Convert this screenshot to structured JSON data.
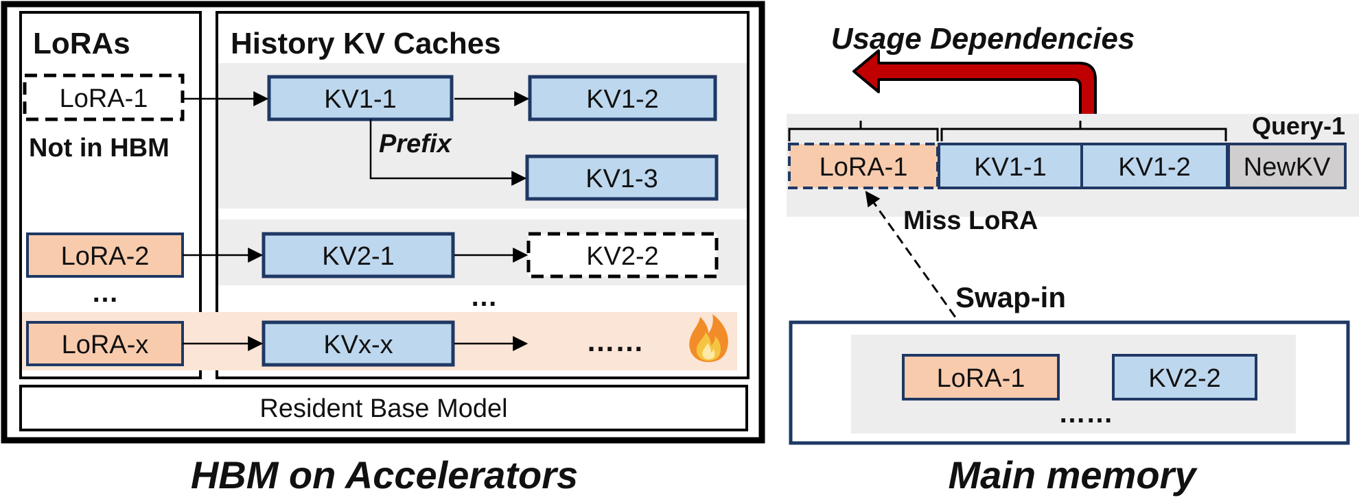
{
  "colors": {
    "lora_fill": "#f8cbad",
    "kv_fill": "#bdd7ee",
    "box_stroke": "#1f3864",
    "row_bg": "#ededed",
    "hot_row_bg": "#fbe5d6",
    "dependency_arrow": "#c00000",
    "dependency_text": "#c00000",
    "newkv_fill": "#d0cece"
  },
  "hbm": {
    "caption": "HBM on Accelerators",
    "loras_title": "LoRAs",
    "kv_title": "History KV Caches",
    "base_model": "Resident Base Model",
    "not_in_hbm": "Not in HBM",
    "prefix_label": "Prefix",
    "rows": [
      {
        "lora": "LoRA-1",
        "kv": [
          "KV1-1",
          "KV1-2",
          "KV1-3"
        ]
      },
      {
        "lora": "LoRA-2",
        "kv": [
          "KV2-1",
          "KV2-2"
        ]
      },
      {
        "lora": "LoRA-x",
        "kv": [
          "KVx-x"
        ]
      }
    ],
    "lora_ellipsis": "…",
    "kv_ellipsis": "…",
    "hot_ellipsis": "……",
    "fire_icon": "fire-icon"
  },
  "main": {
    "caption": "Main memory",
    "usage_label": "Usage Dependencies",
    "query_label": "Query-1",
    "query_items": [
      "LoRA-1",
      "KV1-1",
      "KV1-2",
      "NewKV"
    ],
    "miss_label": "Miss LoRA",
    "swap_label": "Swap-in",
    "pool_items": [
      "LoRA-1",
      "KV2-2"
    ],
    "pool_ellipsis": "……"
  }
}
